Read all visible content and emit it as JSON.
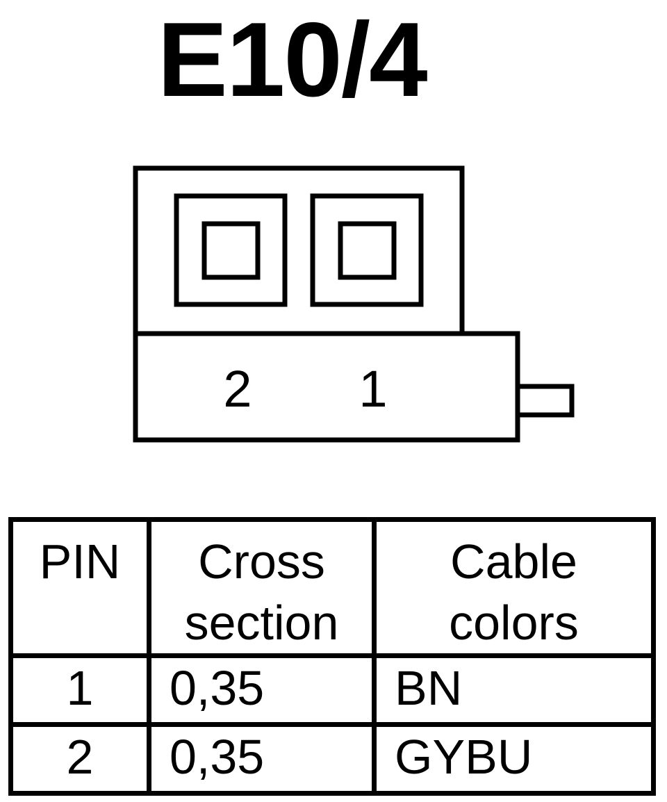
{
  "connector": {
    "title": "E10/4",
    "pin_labels": [
      "2",
      "1"
    ]
  },
  "table": {
    "headers": {
      "pin": "PIN",
      "cross_section": [
        "Cross",
        "section"
      ],
      "cable_colors": [
        "Cable",
        "colors"
      ]
    },
    "rows": [
      {
        "pin": "1",
        "cross_section": "0,35",
        "color": "BN"
      },
      {
        "pin": "2",
        "cross_section": "0,35",
        "color": "GYBU"
      }
    ]
  }
}
